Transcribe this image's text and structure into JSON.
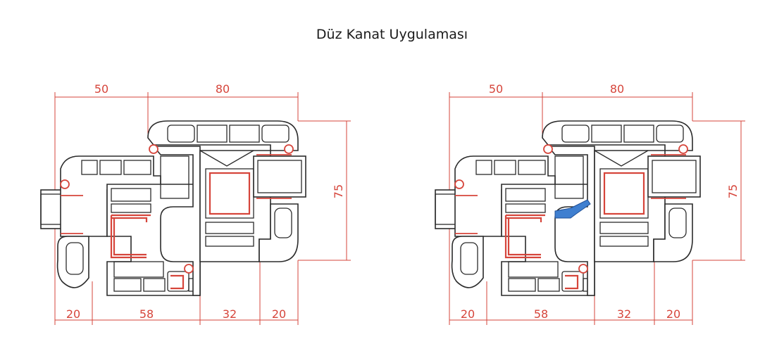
{
  "title": "Düz Kanat Uygulaması",
  "colors": {
    "dimension": "#d6453b",
    "outline": "#2b2b2b",
    "steel": "#d6453b",
    "reinforcement_highlight": "#3f7fd0"
  },
  "sections": [
    {
      "top_dims": [
        "50",
        "80"
      ],
      "side_dim": "75",
      "bottom_dims": [
        "20",
        "58",
        "32",
        "20"
      ],
      "has_blue_reinforcement": false
    },
    {
      "top_dims": [
        "50",
        "80"
      ],
      "side_dim": "75",
      "bottom_dims": [
        "20",
        "58",
        "32",
        "20"
      ],
      "has_blue_reinforcement": true
    }
  ]
}
